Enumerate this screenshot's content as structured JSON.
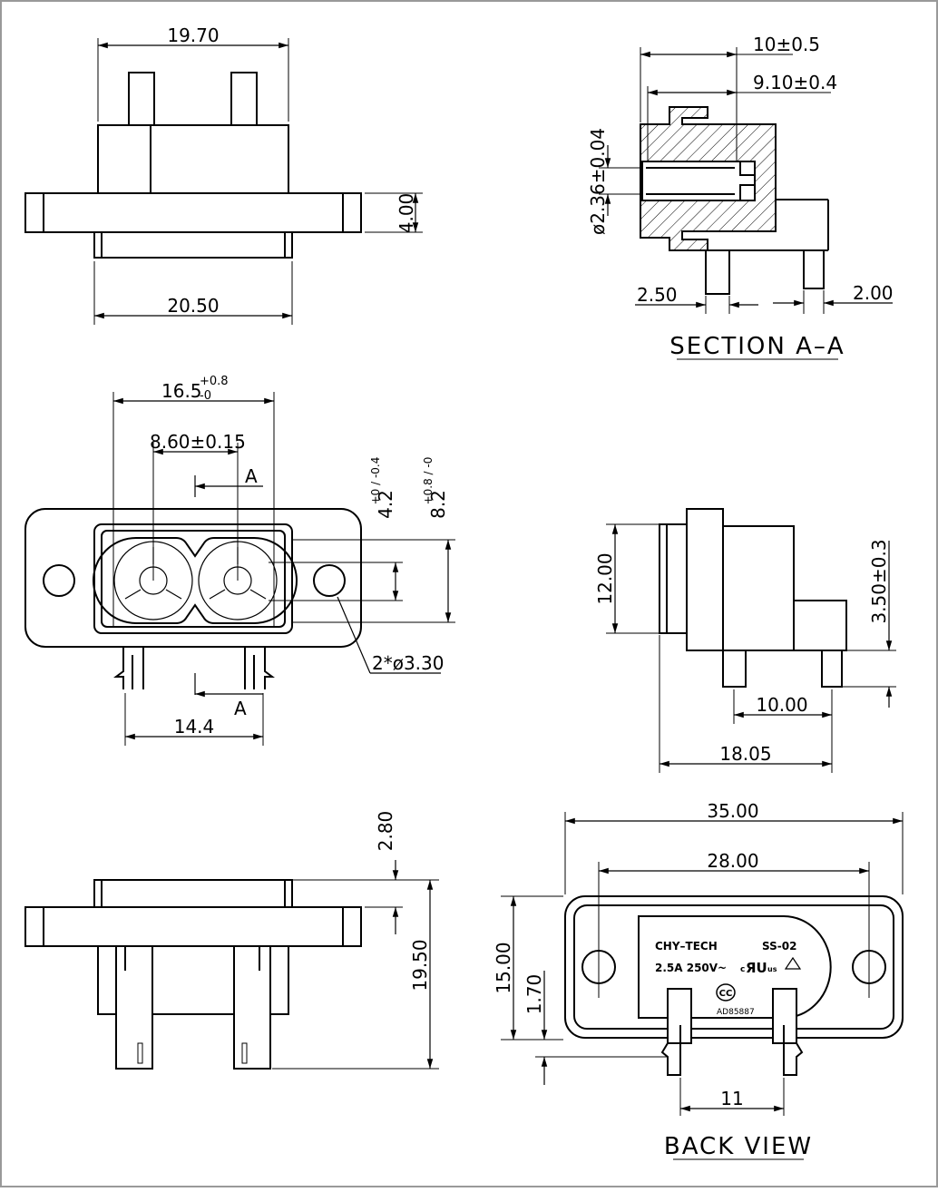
{
  "views": {
    "top_view": {
      "dims": {
        "top_width": "19.70",
        "thickness": "4.00",
        "bottom_width": "20.50"
      }
    },
    "section": {
      "dims": {
        "outer": "10±0.5",
        "inner": "9.10±0.4",
        "pin_dia": "ø2.36±0.04",
        "left_pin": "2.50",
        "right_pin": "2.00"
      },
      "title": "SECTION A–A"
    },
    "front_view": {
      "dims": {
        "width": "16.5",
        "width_tol_plus": "+0.8",
        "width_tol_minus": "-0",
        "pitch": "8.60±0.15",
        "section_mark": "A",
        "section_mark_bottom": "A",
        "small_h": "4.2",
        "small_h_tol": "+0 / -0.4",
        "big_h": "8.2",
        "big_h_tol": "+0.8 / -0",
        "holes": "2*ø3.30",
        "pin_spacing": "14.4"
      }
    },
    "side_view": {
      "dims": {
        "height": "12.00",
        "offset": "3.50±0.3",
        "pin_to_pin": "10.00",
        "depth": "18.05"
      }
    },
    "bottom_view": {
      "dims": {
        "top_gap": "2.80",
        "total_height": "19.50"
      }
    },
    "back_view": {
      "dims": {
        "overall_width": "35.00",
        "hole_spacing": "28.00",
        "height": "15.00",
        "offset": "1.70",
        "pin_spacing": "11"
      },
      "label": {
        "brand": "CHY–TECH",
        "model": "SS-02",
        "rating": "2.5A  250V~",
        "code": "AD85887"
      },
      "title": "BACK VIEW"
    }
  }
}
